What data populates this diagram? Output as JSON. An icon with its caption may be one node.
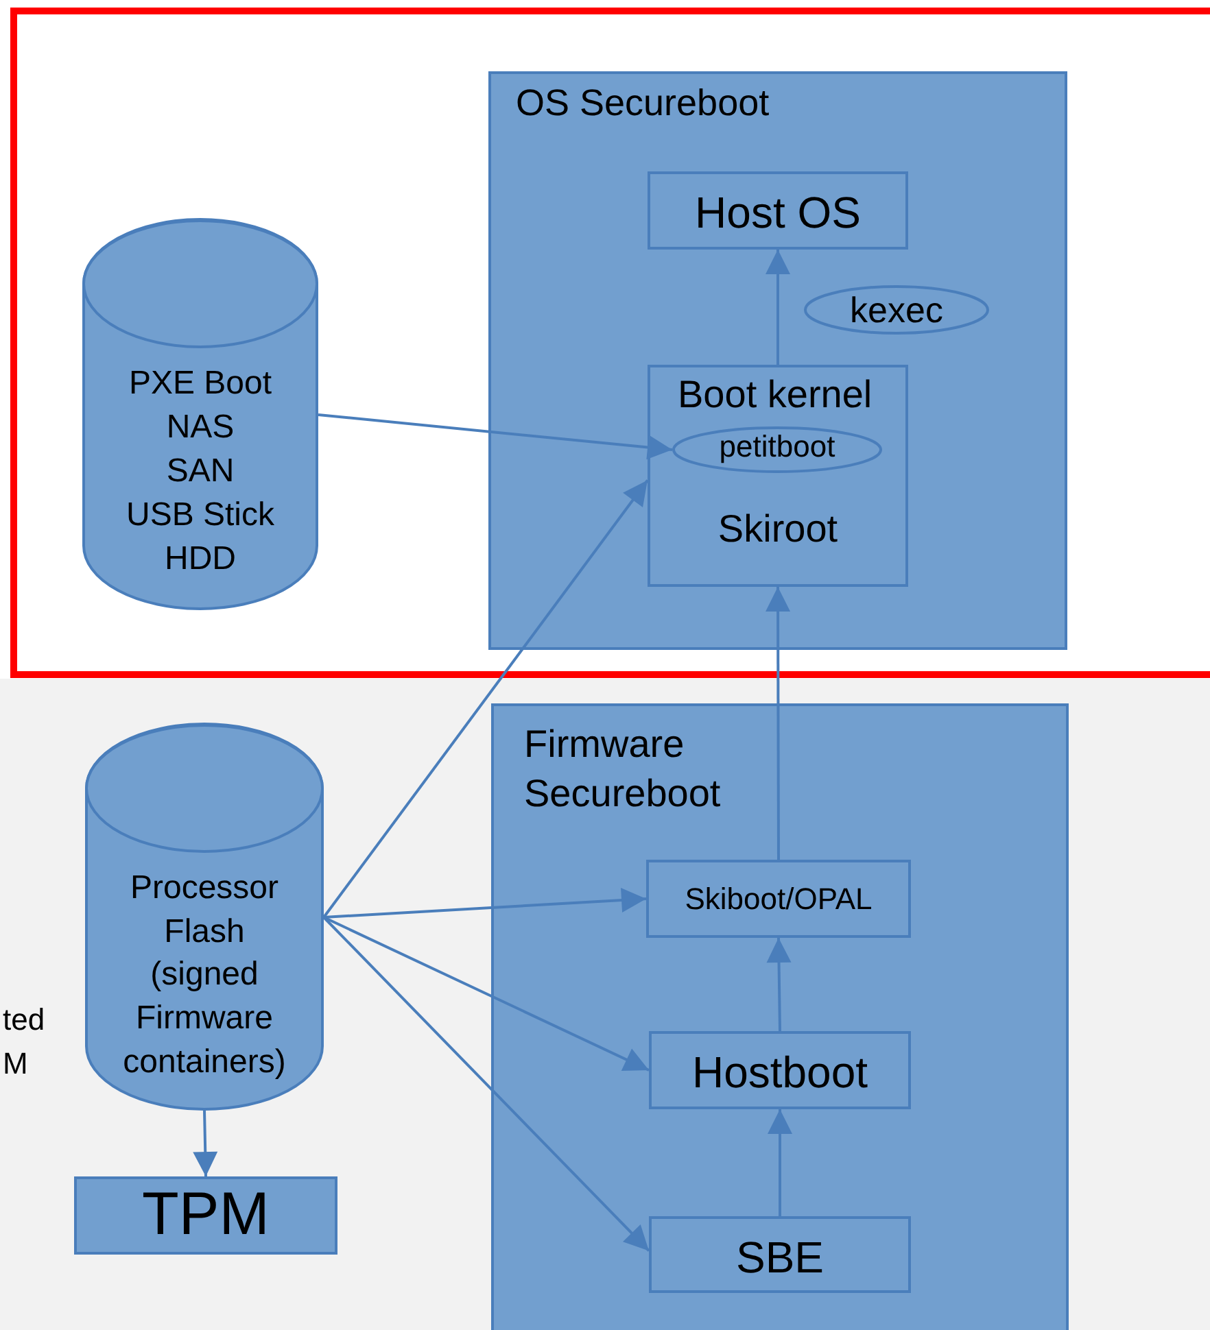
{
  "diagram": {
    "nodes": [
      {
        "text": [
          "OS Secureboot"
        ]
      },
      {
        "text": [
          "Host OS"
        ],
        "in": 0
      },
      {
        "text": [
          "kexec"
        ],
        "in": 0
      },
      {
        "text": [
          "Boot kernel",
          "Skiroot"
        ],
        "in": 0
      },
      {
        "text": [
          "petitboot"
        ],
        "in": 3
      },
      {
        "text": [
          "PXE Boot",
          "NAS",
          "SAN",
          "USB Stick",
          "HDD"
        ]
      },
      {
        "text": [
          "Firmware Secureboot"
        ]
      },
      {
        "text": [
          "Skiboot/OPAL"
        ],
        "in": 6
      },
      {
        "text": [
          "Hostboot"
        ],
        "in": 6
      },
      {
        "text": [
          "SBE"
        ],
        "in": 6
      },
      {
        "text": [
          "Processor Flash (signed Firmware containers)"
        ]
      },
      {
        "text": [
          "TPM"
        ]
      }
    ],
    "edges": [
      {
        "from": 5,
        "to": 4,
        "arrow": "to"
      },
      {
        "from": 3,
        "to": 1,
        "arrow": "to"
      },
      {
        "from": 10,
        "to": 3,
        "arrow": "to"
      },
      {
        "from": 7,
        "to": 3,
        "arrow": "to"
      },
      {
        "from": 10,
        "to": 7,
        "arrow": "to"
      },
      {
        "from": 10,
        "to": 8,
        "arrow": "to"
      },
      {
        "from": 10,
        "to": 9,
        "arrow": "to"
      },
      {
        "from": 8,
        "to": 7,
        "arrow": "to"
      },
      {
        "from": 9,
        "to": 8,
        "arrow": "to"
      },
      {
        "from": 10,
        "to": 11,
        "arrow": "to"
      }
    ],
    "labels": [
      "ted",
      "M"
    ]
  }
}
